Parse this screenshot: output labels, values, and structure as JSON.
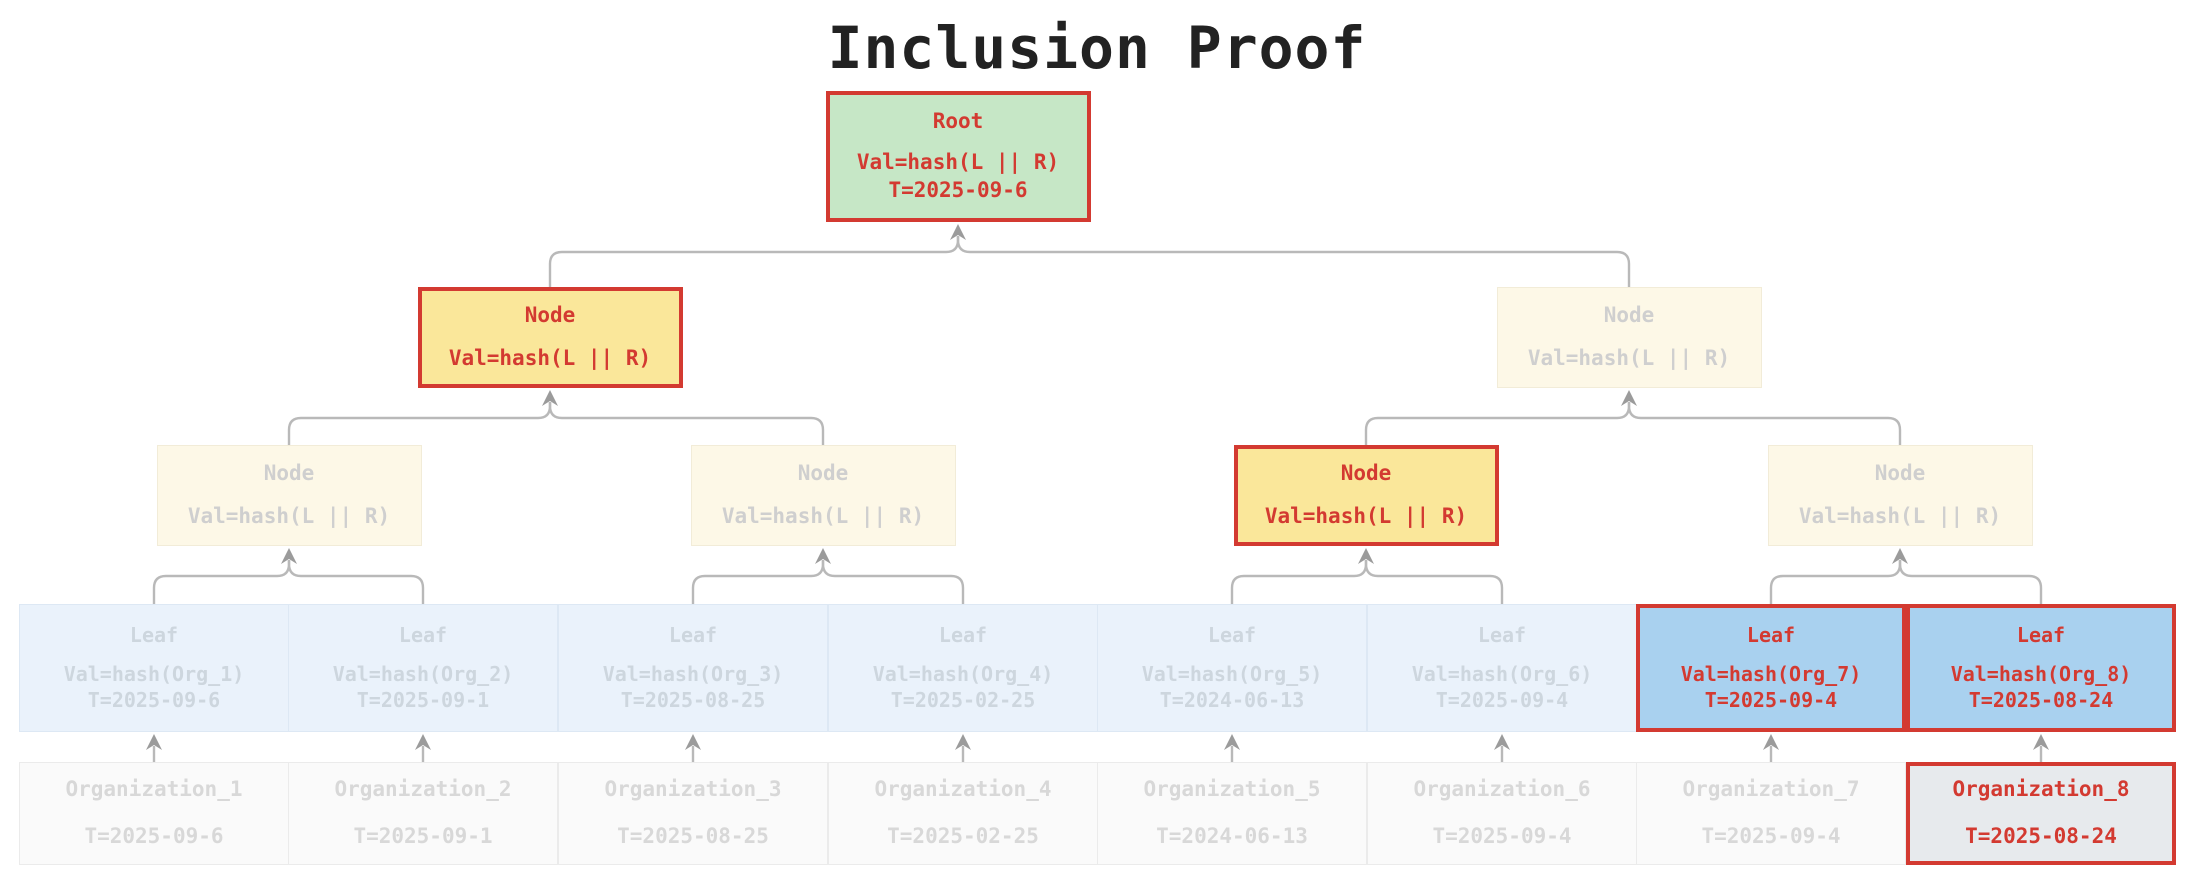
{
  "title": "Inclusion Proof",
  "colors": {
    "accent_red": "#d33a31",
    "root_fill": "#c6e7c6",
    "node_fill": "#fae79a",
    "node_fill_faded": "#fdf8e7",
    "leaf_fill": "#a9d1ef",
    "leaf_fill_faded": "#eaf2fb",
    "org_fill": "#e7eaed",
    "org_fill_faded": "#fafafa",
    "connector": "#b9b9b9",
    "title_color": "#222222"
  },
  "root": {
    "label": "Root",
    "value": "Val=hash(L || R)",
    "timestamp": "T=2025-09-6",
    "highlighted": true
  },
  "level1": [
    {
      "label": "Node",
      "value": "Val=hash(L || R)",
      "highlighted": true
    },
    {
      "label": "Node",
      "value": "Val=hash(L || R)",
      "highlighted": false
    }
  ],
  "level2": [
    {
      "label": "Node",
      "value": "Val=hash(L || R)",
      "highlighted": false
    },
    {
      "label": "Node",
      "value": "Val=hash(L || R)",
      "highlighted": false
    },
    {
      "label": "Node",
      "value": "Val=hash(L || R)",
      "highlighted": true
    },
    {
      "label": "Node",
      "value": "Val=hash(L || R)",
      "highlighted": false
    }
  ],
  "leaves": [
    {
      "label": "Leaf",
      "value": "Val=hash(Org_1)",
      "timestamp": "T=2025-09-6",
      "highlighted": false
    },
    {
      "label": "Leaf",
      "value": "Val=hash(Org_2)",
      "timestamp": "T=2025-09-1",
      "highlighted": false
    },
    {
      "label": "Leaf",
      "value": "Val=hash(Org_3)",
      "timestamp": "T=2025-08-25",
      "highlighted": false
    },
    {
      "label": "Leaf",
      "value": "Val=hash(Org_4)",
      "timestamp": "T=2025-02-25",
      "highlighted": false
    },
    {
      "label": "Leaf",
      "value": "Val=hash(Org_5)",
      "timestamp": "T=2024-06-13",
      "highlighted": false
    },
    {
      "label": "Leaf",
      "value": "Val=hash(Org_6)",
      "timestamp": "T=2025-09-4",
      "highlighted": false
    },
    {
      "label": "Leaf",
      "value": "Val=hash(Org_7)",
      "timestamp": "T=2025-09-4",
      "highlighted": true
    },
    {
      "label": "Leaf",
      "value": "Val=hash(Org_8)",
      "timestamp": "T=2025-08-24",
      "highlighted": true
    }
  ],
  "organizations": [
    {
      "label": "Organization_1",
      "timestamp": "T=2025-09-6",
      "highlighted": false
    },
    {
      "label": "Organization_2",
      "timestamp": "T=2025-09-1",
      "highlighted": false
    },
    {
      "label": "Organization_3",
      "timestamp": "T=2025-08-25",
      "highlighted": false
    },
    {
      "label": "Organization_4",
      "timestamp": "T=2025-02-25",
      "highlighted": false
    },
    {
      "label": "Organization_5",
      "timestamp": "T=2024-06-13",
      "highlighted": false
    },
    {
      "label": "Organization_6",
      "timestamp": "T=2025-09-4",
      "highlighted": false
    },
    {
      "label": "Organization_7",
      "timestamp": "T=2025-09-4",
      "highlighted": false
    },
    {
      "label": "Organization_8",
      "timestamp": "T=2025-08-24",
      "highlighted": true
    }
  ]
}
